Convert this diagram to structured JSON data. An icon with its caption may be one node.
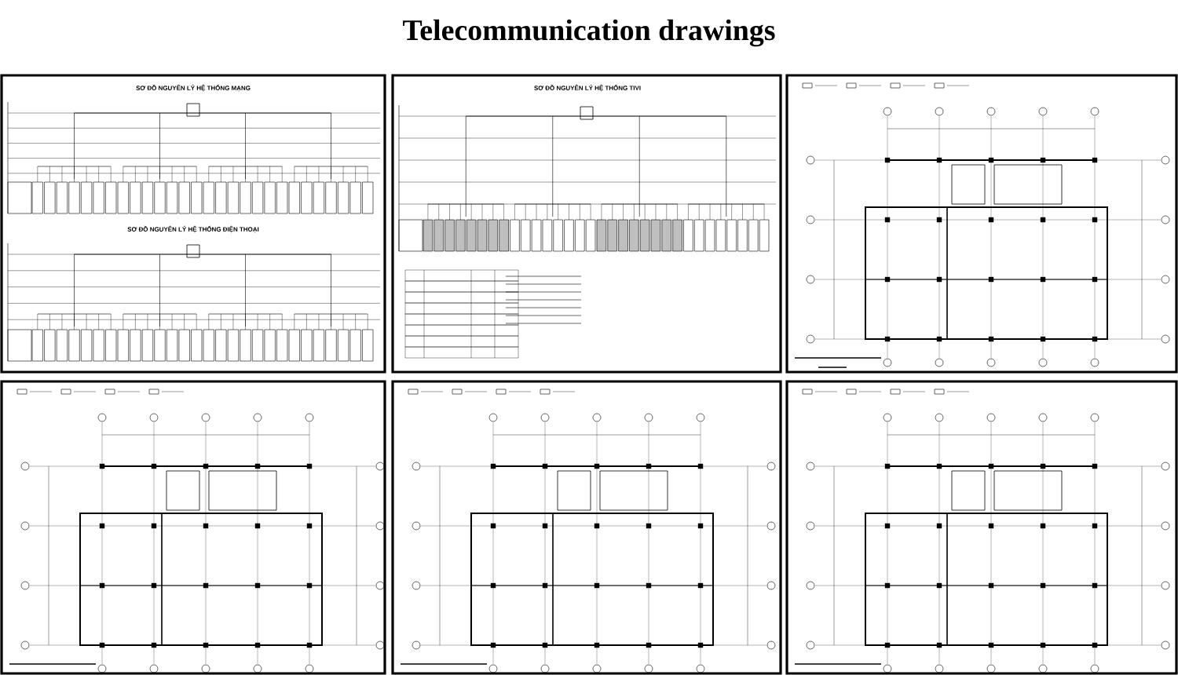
{
  "diagram": {
    "title": "Telecommunication drawings",
    "labels": [
      "SƠ ĐỒ NGUYÊN LÝ HỆ THỐNG MẠNG",
      "SƠ ĐỒ NGUYÊN LÝ HỆ THỐNG ĐIỆN THOẠI",
      "SƠ ĐỒ NGUYÊN LÝ HỆ THỐNG TIVI"
    ]
  }
}
